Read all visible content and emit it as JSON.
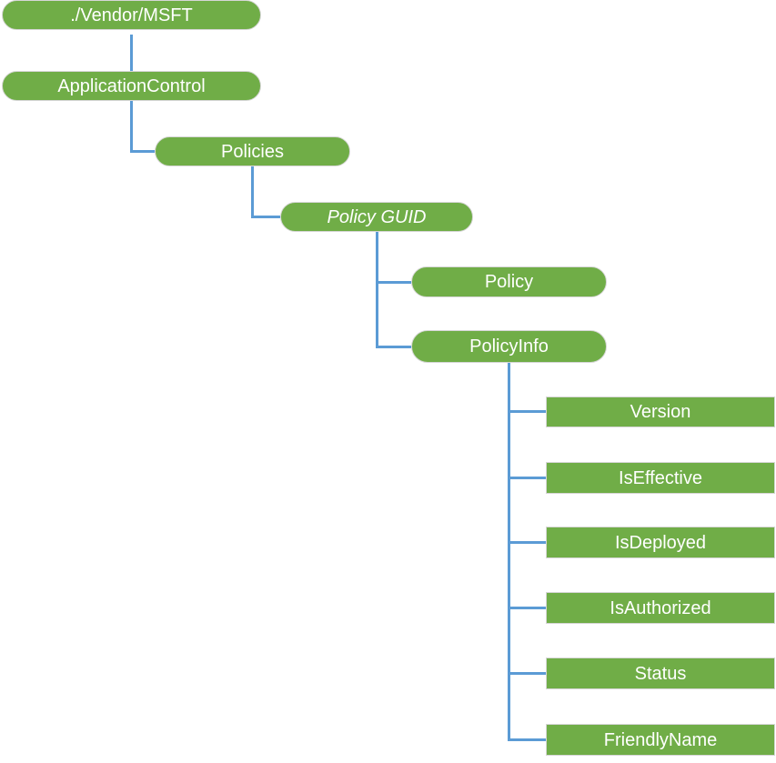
{
  "colors": {
    "node_fill": "#70AD47",
    "node_border": "#D6D6D6",
    "connector": "#5B9BD5",
    "node_text": "#FFFFFF",
    "background": "#FFFFFF"
  },
  "tree": {
    "nodes": [
      {
        "id": "vendor-msft",
        "label": "./Vendor/MSFT",
        "shape": "pill",
        "italic": false,
        "parent": null
      },
      {
        "id": "application-control",
        "label": "ApplicationControl",
        "shape": "pill",
        "italic": false,
        "parent": "vendor-msft"
      },
      {
        "id": "policies",
        "label": "Policies",
        "shape": "pill",
        "italic": false,
        "parent": "application-control"
      },
      {
        "id": "policy-guid",
        "label": "Policy GUID",
        "shape": "pill",
        "italic": true,
        "parent": "policies"
      },
      {
        "id": "policy",
        "label": "Policy",
        "shape": "pill",
        "italic": false,
        "parent": "policy-guid"
      },
      {
        "id": "policy-info",
        "label": "PolicyInfo",
        "shape": "pill",
        "italic": false,
        "parent": "policy-guid"
      },
      {
        "id": "version",
        "label": "Version",
        "shape": "rect",
        "italic": false,
        "parent": "policy-info"
      },
      {
        "id": "is-effective",
        "label": "IsEffective",
        "shape": "rect",
        "italic": false,
        "parent": "policy-info"
      },
      {
        "id": "is-deployed",
        "label": "IsDeployed",
        "shape": "rect",
        "italic": false,
        "parent": "policy-info"
      },
      {
        "id": "is-authorized",
        "label": "IsAuthorized",
        "shape": "rect",
        "italic": false,
        "parent": "policy-info"
      },
      {
        "id": "status",
        "label": "Status",
        "shape": "rect",
        "italic": false,
        "parent": "policy-info"
      },
      {
        "id": "friendly-name",
        "label": "FriendlyName",
        "shape": "rect",
        "italic": false,
        "parent": "policy-info"
      }
    ]
  }
}
